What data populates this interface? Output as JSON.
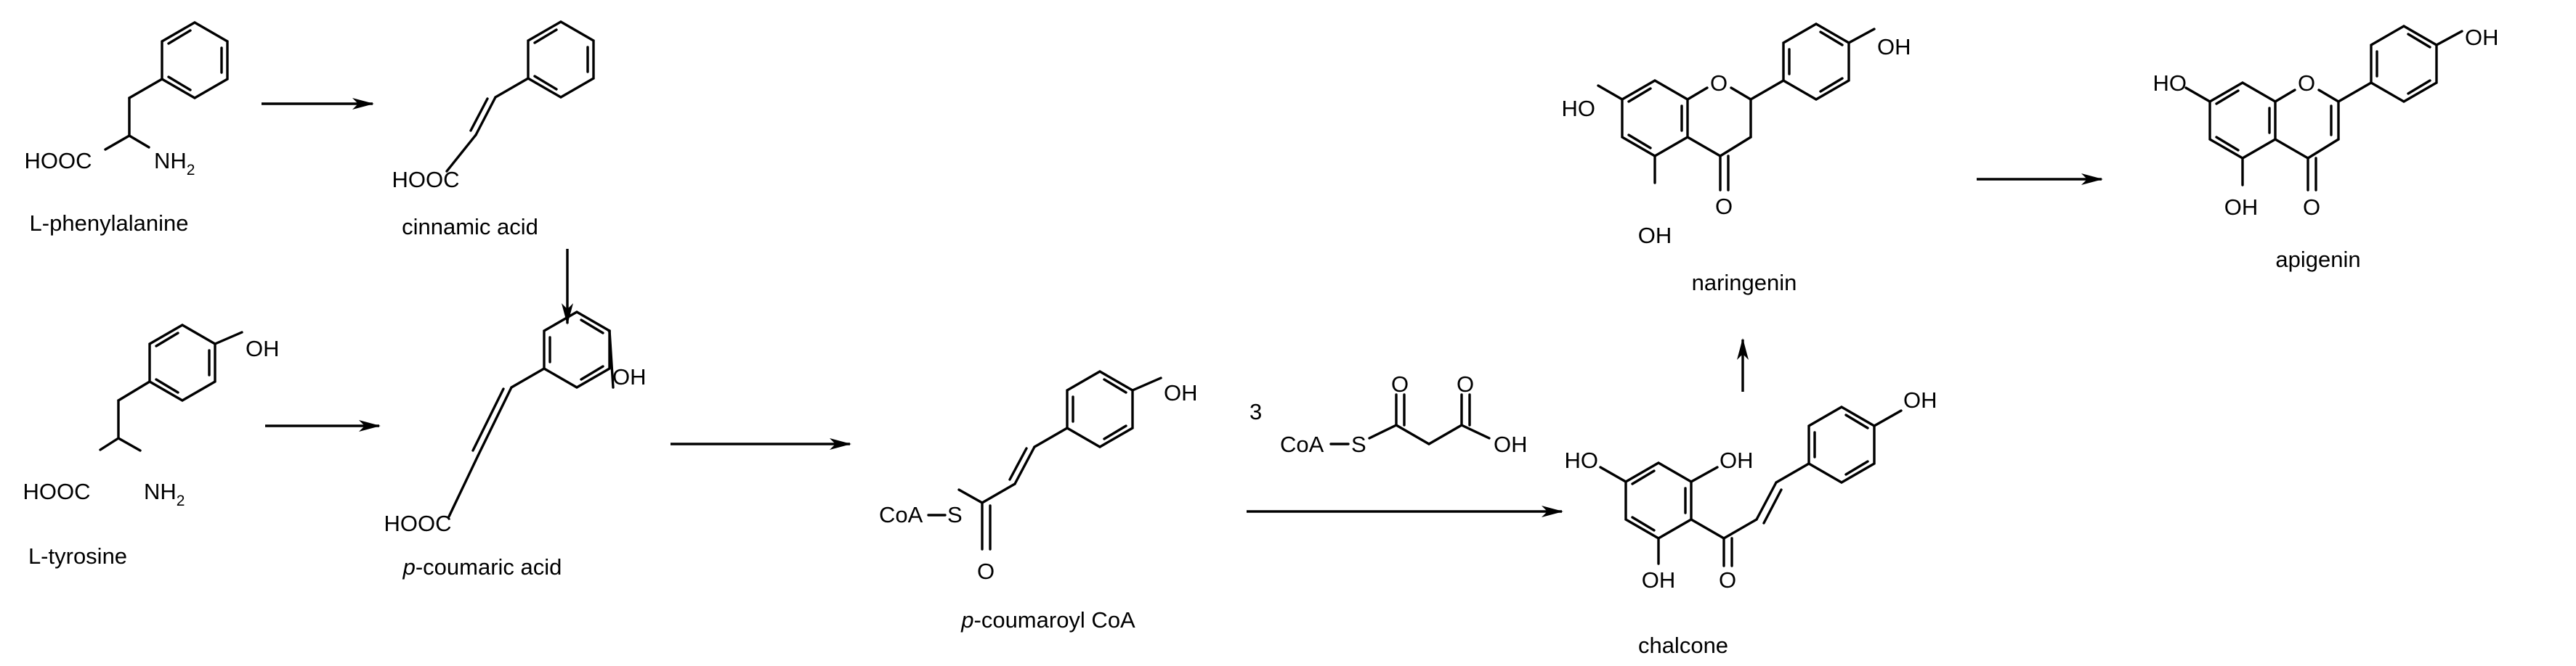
{
  "compounds": {
    "phenylalanine": {
      "name": "L-phenylalanine",
      "acid": "HOOC",
      "amine": "NH",
      "amine_sub": "2"
    },
    "cinnamic": {
      "name": "cinnamic acid",
      "acid": "HOOC"
    },
    "tyrosine": {
      "name": "L-tyrosine",
      "acid": "HOOC",
      "amine": "NH",
      "amine_sub": "2",
      "hydroxyl": "OH"
    },
    "coumaric": {
      "name_prefix": "p",
      "name_rest": "-coumaric acid",
      "acid": "HOOC",
      "hydroxyl": "OH"
    },
    "coumaroyl_coa": {
      "name_prefix": "p",
      "name_rest": "-coumaroyl CoA",
      "coa": "CoA",
      "sulfur": "S",
      "oxygen": "O",
      "hydroxyl": "OH"
    },
    "malonyl_coa": {
      "count": "3",
      "coa": "CoA",
      "sulfur": "S",
      "oxygen": "O",
      "oxygen2": "O",
      "hydroxyl": "OH"
    },
    "chalcone": {
      "name": "chalcone",
      "hydroxyl": "OH",
      "ketone": "O"
    },
    "naringenin": {
      "name": "naringenin",
      "hydroxyl": "OH",
      "hydroxyl_left": "HO",
      "ring_o": "O",
      "ketone": "O"
    },
    "apigenin": {
      "name": "apigenin",
      "hydroxyl": "OH",
      "hydroxyl_left": "HO",
      "ring_o": "O",
      "ketone": "O"
    }
  },
  "reactions": [
    {
      "from": "L-phenylalanine",
      "to": "cinnamic acid"
    },
    {
      "from": "cinnamic acid",
      "to": "p-coumaric acid"
    },
    {
      "from": "L-tyrosine",
      "to": "p-coumaric acid"
    },
    {
      "from": "p-coumaric acid",
      "to": "p-coumaroyl CoA"
    },
    {
      "from": "p-coumaroyl CoA",
      "to": "chalcone"
    },
    {
      "from": "chalcone",
      "to": "naringenin"
    },
    {
      "from": "naringenin",
      "to": "apigenin"
    }
  ]
}
